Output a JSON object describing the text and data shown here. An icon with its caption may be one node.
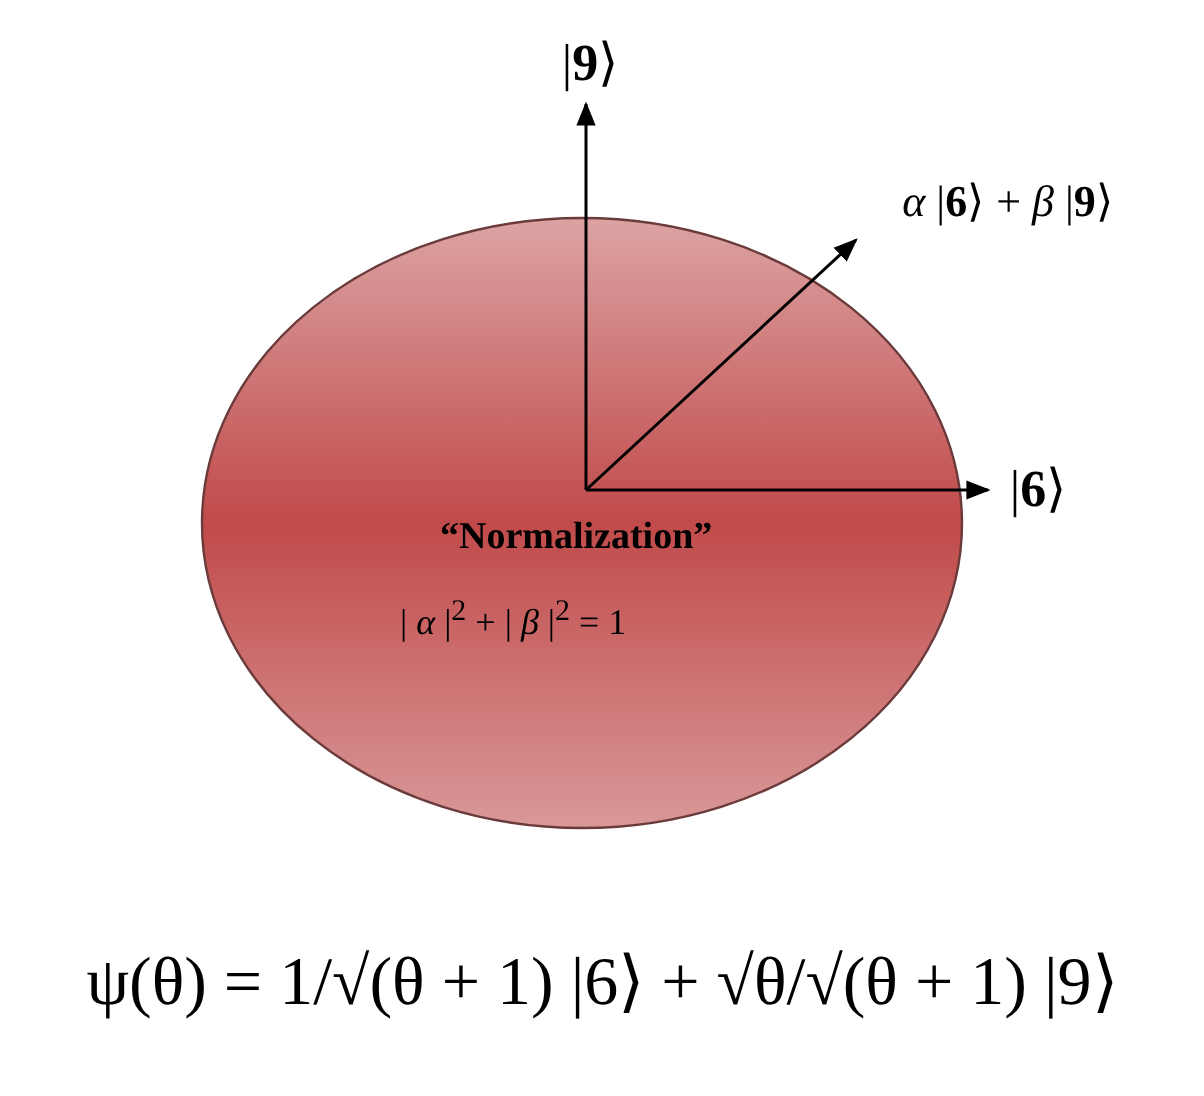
{
  "diagram": {
    "caption": "ψ(θ) = 1/√(θ + 1) |6⟩ + √θ/√(θ + 1) |9⟩",
    "nodes": [
      {
        "text": [
          "“Normalization”",
          "| *α* |$^{2}$ + | *β* |$^{2}$ = 1"
        ]
      },
      {
        "text": [
          "|**9**⟩"
        ]
      },
      {
        "text": [
          "*α* |**6**⟩ + *β* |**9**⟩"
        ]
      },
      {
        "text": [
          "|**6**⟩"
        ]
      }
    ],
    "edges": [
      {
        "from": 0,
        "to": 1,
        "arrow": "to"
      },
      {
        "from": 0,
        "to": 2,
        "arrow": "to"
      },
      {
        "from": 0,
        "to": 3,
        "arrow": "to"
      }
    ]
  }
}
